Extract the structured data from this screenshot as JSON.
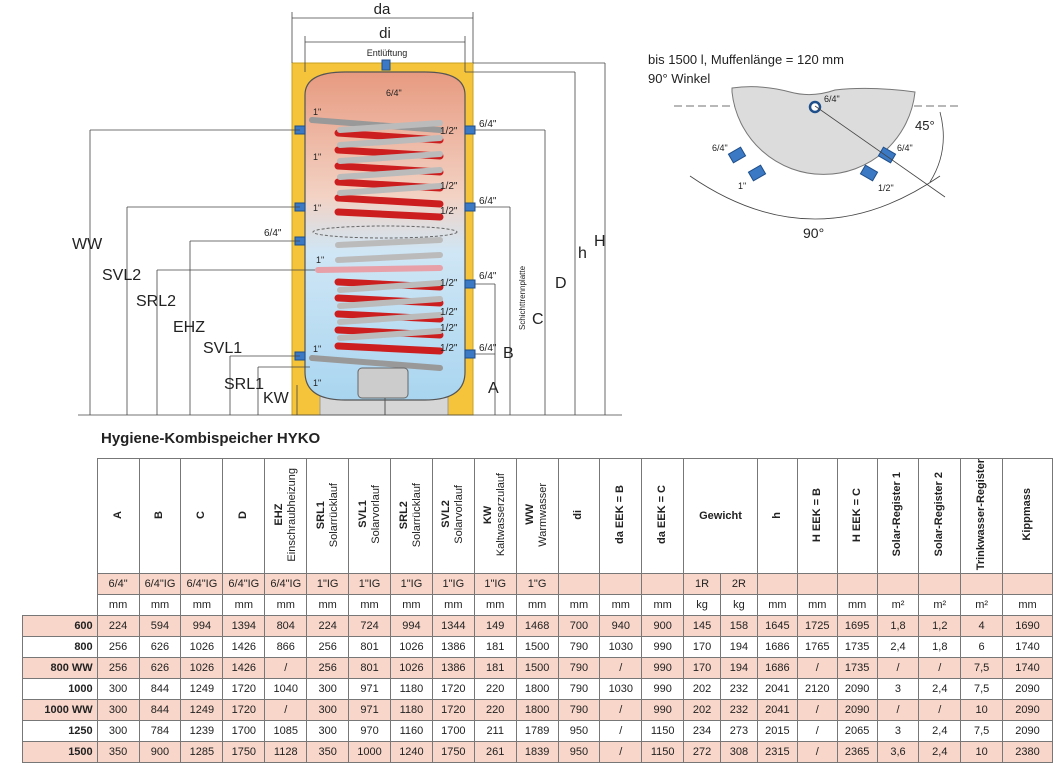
{
  "drawing": {
    "top_labels": {
      "da": "da",
      "di": "di",
      "vent": "Entlüftung",
      "top_conn": "6/4\""
    },
    "left_dims": [
      "WW",
      "SVL2",
      "SRL2",
      "EHZ",
      "SVL1",
      "SRL1",
      "KW"
    ],
    "left_conn_6_4": "6/4\"",
    "coil_labels_1in": [
      "1\"",
      "1\"",
      "1\"",
      "1\"",
      "1\"",
      "1\""
    ],
    "right_half_in": [
      "1/2\"",
      "1/2\"",
      "1/2\"",
      "1/2\"",
      "1/2\"",
      "1/2\"",
      "1/2\""
    ],
    "right_6_4": [
      "6/4\"",
      "6/4\"",
      "6/4\"",
      "6/4\""
    ],
    "right_dims": [
      "A",
      "B",
      "C",
      "D",
      "h",
      "H"
    ],
    "stratification": "Schichttrennplatte"
  },
  "section_view": {
    "note_line1": "bis 1500 l, Muffenlänge = 120 mm",
    "note_line2": "90° Winkel",
    "center_label": "6/4\"",
    "angle_45": "45°",
    "angle_90": "90°",
    "left_conn_top": "6/4\"",
    "left_conn_bottom": "1\"",
    "right_conn_top": "6/4\"",
    "right_conn_bottom": "1/2\""
  },
  "title": "Hygiene-Kombispeicher HYKO",
  "columns": [
    {
      "key": "A",
      "sub": ""
    },
    {
      "key": "B",
      "sub": ""
    },
    {
      "key": "C",
      "sub": ""
    },
    {
      "key": "D",
      "sub": ""
    },
    {
      "key": "EHZ",
      "sub": "Einschraubheizung"
    },
    {
      "key": "SRL1",
      "sub": "Solarrücklauf"
    },
    {
      "key": "SVL1",
      "sub": "Solarvorlauf"
    },
    {
      "key": "SRL2",
      "sub": "Solarrücklauf"
    },
    {
      "key": "SVL2",
      "sub": "Solarvorlauf"
    },
    {
      "key": "KW",
      "sub": "Kaltwasserzulauf"
    },
    {
      "key": "WW",
      "sub": "Warmwasser"
    },
    {
      "key": "di",
      "sub": ""
    },
    {
      "key": "da EEK = B",
      "sub": ""
    },
    {
      "key": "da EEK = C",
      "sub": ""
    },
    {
      "key": "Gewicht",
      "sub": ""
    },
    {
      "key": "h",
      "sub": ""
    },
    {
      "key": "H EEK = B",
      "sub": ""
    },
    {
      "key": "H EEK = C",
      "sub": ""
    },
    {
      "key": "Solar-Register 1",
      "sub": ""
    },
    {
      "key": "Solar-Register 2",
      "sub": ""
    },
    {
      "key": "Trinkwasser-Register",
      "sub": ""
    },
    {
      "key": "Kippmass",
      "sub": ""
    }
  ],
  "connections": [
    "6/4\"",
    "6/4\"IG",
    "6/4\"IG",
    "6/4\"IG",
    "6/4\"IG",
    "1\"IG",
    "1\"IG",
    "1\"IG",
    "1\"IG",
    "1\"IG",
    "1\"G",
    "",
    "",
    "",
    "1R",
    "2R",
    "",
    "",
    "",
    "",
    "",
    "",
    ""
  ],
  "units": [
    "mm",
    "mm",
    "mm",
    "mm",
    "mm",
    "mm",
    "mm",
    "mm",
    "mm",
    "mm",
    "mm",
    "mm",
    "mm",
    "mm",
    "kg",
    "kg",
    "mm",
    "mm",
    "mm",
    "m²",
    "m²",
    "m²",
    "mm"
  ],
  "rows": [
    {
      "label": "600",
      "values": [
        "224",
        "594",
        "994",
        "1394",
        "804",
        "224",
        "724",
        "994",
        "1344",
        "149",
        "1468",
        "700",
        "940",
        "900",
        "145",
        "158",
        "1645",
        "1725",
        "1695",
        "1,8",
        "1,2",
        "4",
        "1690"
      ]
    },
    {
      "label": "800",
      "values": [
        "256",
        "626",
        "1026",
        "1426",
        "866",
        "256",
        "801",
        "1026",
        "1386",
        "181",
        "1500",
        "790",
        "1030",
        "990",
        "170",
        "194",
        "1686",
        "1765",
        "1735",
        "2,4",
        "1,8",
        "6",
        "1740"
      ]
    },
    {
      "label": "800 WW",
      "values": [
        "256",
        "626",
        "1026",
        "1426",
        "/",
        "256",
        "801",
        "1026",
        "1386",
        "181",
        "1500",
        "790",
        "/",
        "990",
        "170",
        "194",
        "1686",
        "/",
        "1735",
        "/",
        "/",
        "7,5",
        "1740"
      ]
    },
    {
      "label": "1000",
      "values": [
        "300",
        "844",
        "1249",
        "1720",
        "1040",
        "300",
        "971",
        "1180",
        "1720",
        "220",
        "1800",
        "790",
        "1030",
        "990",
        "202",
        "232",
        "2041",
        "2120",
        "2090",
        "3",
        "2,4",
        "7,5",
        "2090"
      ]
    },
    {
      "label": "1000 WW",
      "values": [
        "300",
        "844",
        "1249",
        "1720",
        "/",
        "300",
        "971",
        "1180",
        "1720",
        "220",
        "1800",
        "790",
        "/",
        "990",
        "202",
        "232",
        "2041",
        "/",
        "2090",
        "/",
        "/",
        "10",
        "2090"
      ]
    },
    {
      "label": "1250",
      "values": [
        "300",
        "784",
        "1239",
        "1700",
        "1085",
        "300",
        "970",
        "1160",
        "1700",
        "211",
        "1789",
        "950",
        "/",
        "1150",
        "234",
        "273",
        "2015",
        "/",
        "2065",
        "3",
        "2,4",
        "7,5",
        "2090"
      ]
    },
    {
      "label": "1500",
      "values": [
        "350",
        "900",
        "1285",
        "1750",
        "1128",
        "350",
        "1000",
        "1240",
        "1750",
        "261",
        "1839",
        "950",
        "/",
        "1150",
        "272",
        "308",
        "2315",
        "/",
        "2365",
        "3,6",
        "2,4",
        "10",
        "2380"
      ]
    }
  ]
}
